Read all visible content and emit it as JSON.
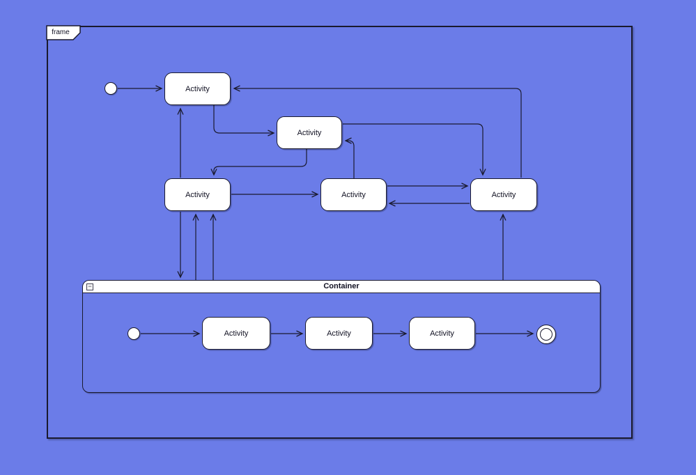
{
  "diagram": {
    "frame_label": "frame",
    "container": {
      "title": "Container",
      "collapse_glyph": "−"
    },
    "activities": [
      {
        "id": "activity-1",
        "label": "Activity"
      },
      {
        "id": "activity-2",
        "label": "Activity"
      },
      {
        "id": "activity-3",
        "label": "Activity"
      },
      {
        "id": "activity-4",
        "label": "Activity"
      },
      {
        "id": "activity-5",
        "label": "Activity"
      },
      {
        "id": "activity-6",
        "label": "Activity"
      },
      {
        "id": "activity-7",
        "label": "Activity"
      },
      {
        "id": "activity-8",
        "label": "Activity"
      }
    ],
    "special_nodes": [
      {
        "id": "initial-1",
        "type": "initial-state"
      },
      {
        "id": "initial-2",
        "type": "initial-state"
      },
      {
        "id": "final-1",
        "type": "final-state"
      }
    ],
    "edges": [
      {
        "from": "initial-1",
        "to": "activity-1"
      },
      {
        "from": "activity-1",
        "to": "activity-2"
      },
      {
        "from": "activity-2",
        "to": "activity-3"
      },
      {
        "from": "activity-3",
        "to": "activity-4"
      },
      {
        "from": "activity-4",
        "to": "activity-2"
      },
      {
        "from": "activity-2",
        "to": "activity-5"
      },
      {
        "from": "activity-4",
        "to": "activity-5"
      },
      {
        "from": "activity-5",
        "to": "activity-4"
      },
      {
        "from": "activity-5",
        "to": "activity-1"
      },
      {
        "from": "activity-3",
        "to": "activity-1"
      },
      {
        "from": "activity-3",
        "to": "container"
      },
      {
        "from": "container",
        "to": "activity-3"
      },
      {
        "from": "container",
        "to": "activity-3"
      },
      {
        "from": "container",
        "to": "activity-5"
      },
      {
        "from": "initial-2",
        "to": "activity-6"
      },
      {
        "from": "activity-6",
        "to": "activity-7"
      },
      {
        "from": "activity-7",
        "to": "activity-8"
      },
      {
        "from": "activity-8",
        "to": "final-1"
      }
    ],
    "colors": {
      "background": "#6B7CE8",
      "node_fill": "#FFFFFF",
      "stroke": "#1A1A2E",
      "text": "#111122"
    }
  }
}
